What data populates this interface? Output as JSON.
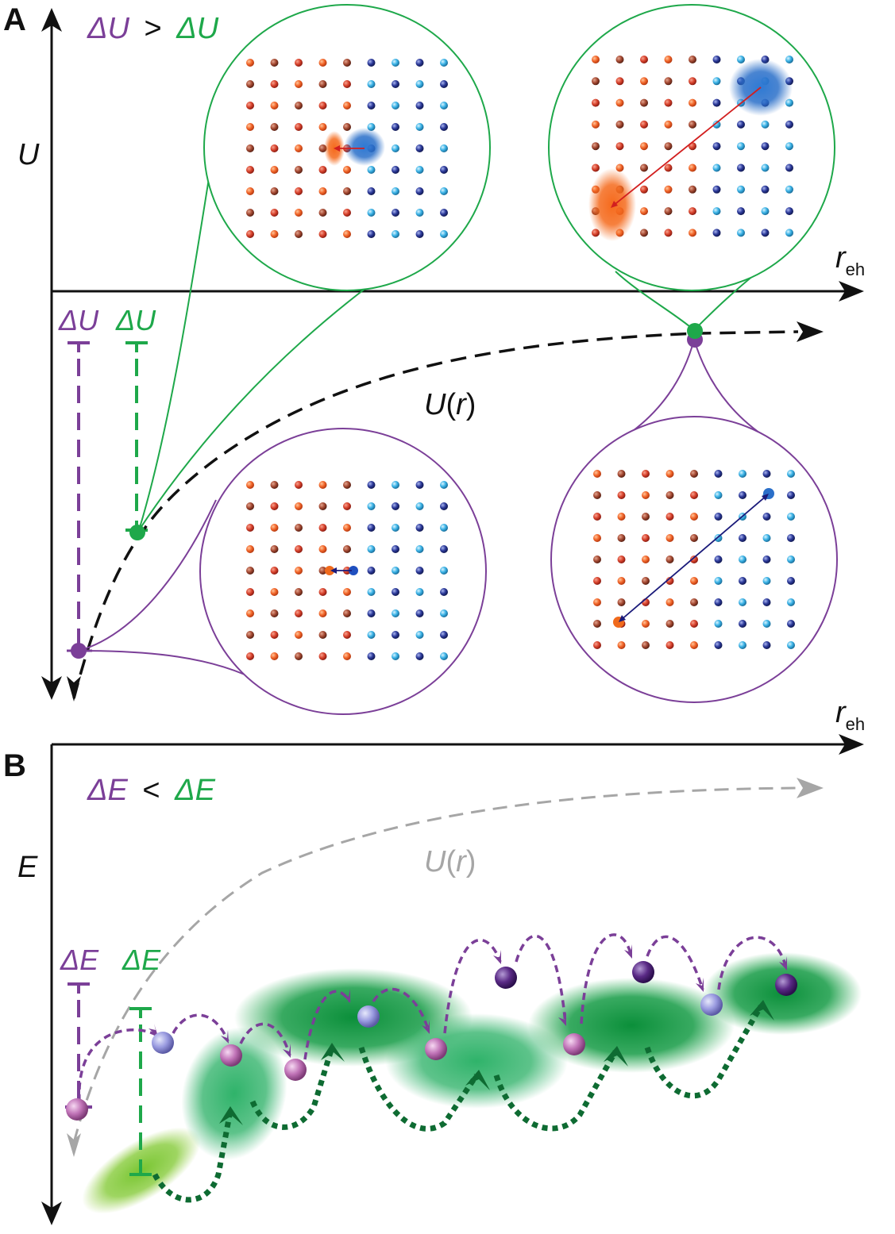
{
  "colors": {
    "purple": "#7b3f98",
    "green": "#1ea84a",
    "darkgreen": "#0e6b32",
    "black": "#111111",
    "grey": "#a6a6a6"
  },
  "panelA": {
    "label": "A",
    "comparison": {
      "left": "ΔU",
      "op": ">",
      "right": "ΔU"
    },
    "y_axis_label": "U",
    "x_axis_label": "r",
    "x_axis_sub": "eh",
    "delta_purple": "ΔU",
    "delta_green": "ΔU",
    "curve_label_main": "U",
    "curve_label_arg": "r",
    "insets": [
      "green-short-range",
      "green-long-range",
      "purple-short-range",
      "purple-long-range"
    ]
  },
  "panelB": {
    "label": "B",
    "comparison": {
      "left": "ΔE",
      "op": "<",
      "right": "ΔE"
    },
    "y_axis_label": "E",
    "x_axis_label": "r",
    "x_axis_sub": "eh",
    "delta_purple": "ΔE",
    "delta_green": "ΔE",
    "curve_label_main": "U",
    "curve_label_arg": "r"
  }
}
